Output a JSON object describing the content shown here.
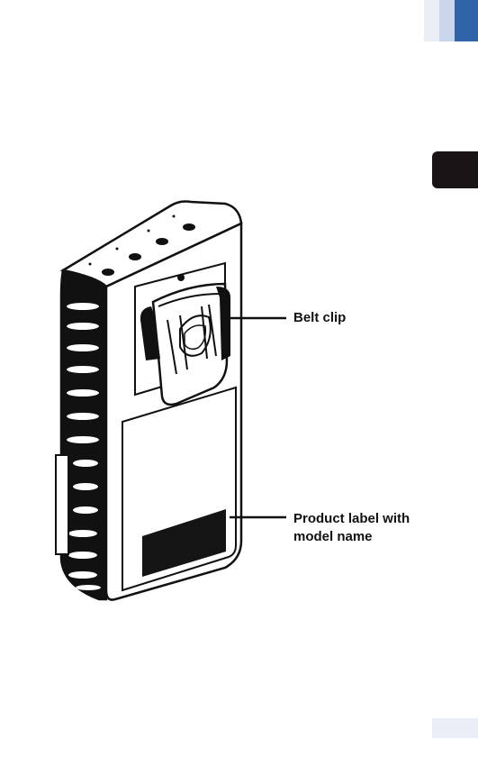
{
  "callouts": {
    "belt_clip": "Belt clip",
    "product_label_line1": "Product label with",
    "product_label_line2": "model name"
  },
  "colors": {
    "tab_light": "#e9eef7",
    "tab_mid": "#c9d6ec",
    "tab_blue": "#2f64a8",
    "section_tab": "#1b1416",
    "label_fill": "#141414"
  },
  "icons": [
    "device-illustration",
    "belt-clip-illustration",
    "product-label-plate"
  ]
}
